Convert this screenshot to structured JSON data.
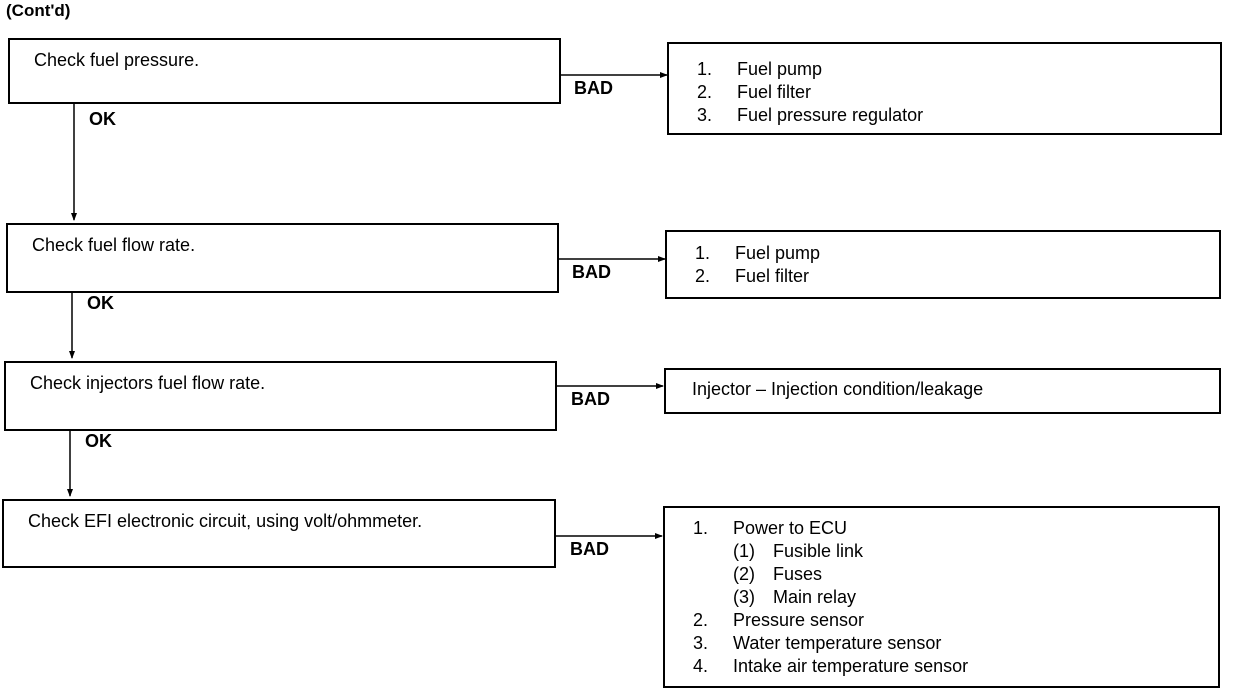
{
  "header": "(Cont'd)",
  "labels": {
    "ok": "OK",
    "bad": "BAD"
  },
  "steps": [
    {
      "check": "Check fuel pressure.",
      "causes": [
        {
          "num": "1.",
          "text": "Fuel pump"
        },
        {
          "num": "2.",
          "text": "Fuel filter"
        },
        {
          "num": "3.",
          "text": "Fuel pressure regulator"
        }
      ]
    },
    {
      "check": "Check fuel flow rate.",
      "causes": [
        {
          "num": "1.",
          "text": "Fuel pump"
        },
        {
          "num": "2.",
          "text": "Fuel filter"
        }
      ]
    },
    {
      "check": "Check injectors fuel flow rate.",
      "cause_text": "Injector – Injection condition/leakage"
    },
    {
      "check": "Check EFI electronic circuit, using volt/ohmmeter.",
      "causes": [
        {
          "num": "1.",
          "text": "Power to ECU"
        },
        {
          "num": "(1)",
          "text": "Fusible link",
          "sub": true
        },
        {
          "num": "(2)",
          "text": "Fuses",
          "sub": true
        },
        {
          "num": "(3)",
          "text": "Main relay",
          "sub": true
        },
        {
          "num": "2.",
          "text": "Pressure sensor"
        },
        {
          "num": "3.",
          "text": "Water temperature sensor"
        },
        {
          "num": "4.",
          "text": "Intake air temperature sensor"
        }
      ]
    }
  ]
}
